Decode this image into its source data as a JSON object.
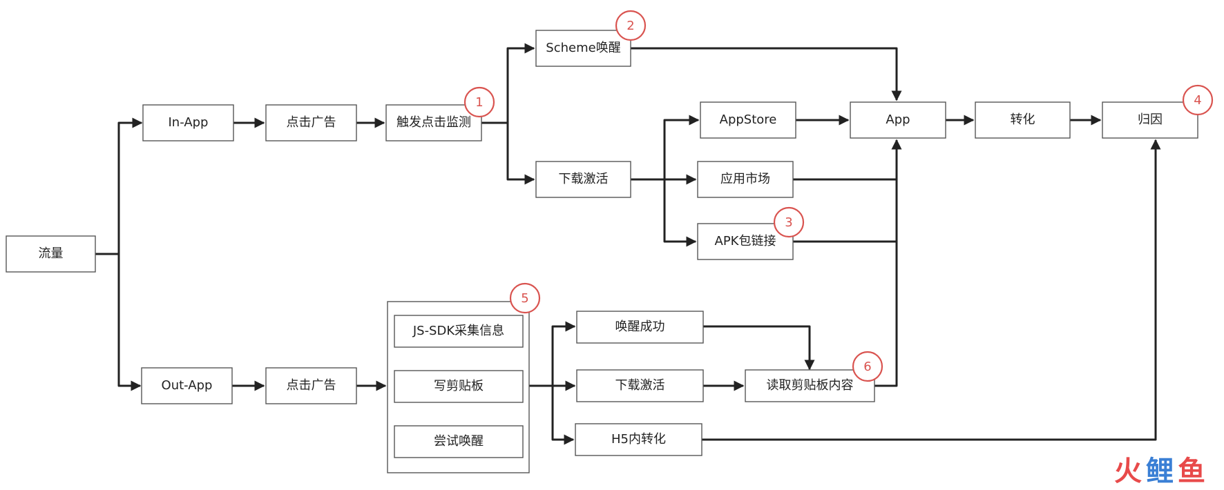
{
  "nodes": {
    "traffic": "流量",
    "in_app": "In-App",
    "out_app": "Out-App",
    "click_ad_in": "点击广告",
    "click_ad_out": "点击广告",
    "trigger_click_monitor": "触发点击监测",
    "scheme_wakeup": "Scheme唤醒",
    "download_activate_in": "下载激活",
    "appstore": "AppStore",
    "app_market": "应用市场",
    "apk_link": "APK包链接",
    "app": "App",
    "conversion": "转化",
    "attribution": "归因",
    "js_sdk": "JS-SDK采集信息",
    "write_clipboard": "写剪贴板",
    "try_wakeup": "尝试唤醒",
    "wakeup_success": "唤醒成功",
    "download_activate_out": "下载激活",
    "h5_conversion": "H5内转化",
    "read_clipboard": "读取剪贴板内容"
  },
  "badges": [
    "1",
    "2",
    "3",
    "4",
    "5",
    "6"
  ],
  "watermark": {
    "chars": [
      "火",
      "鲤",
      "鱼"
    ],
    "colors": [
      "#e84a4a",
      "#3a7fd5",
      "#e84a4a"
    ]
  },
  "colors": {
    "badge": "#d9534f",
    "line": "#222222",
    "box_border": "#555555"
  }
}
